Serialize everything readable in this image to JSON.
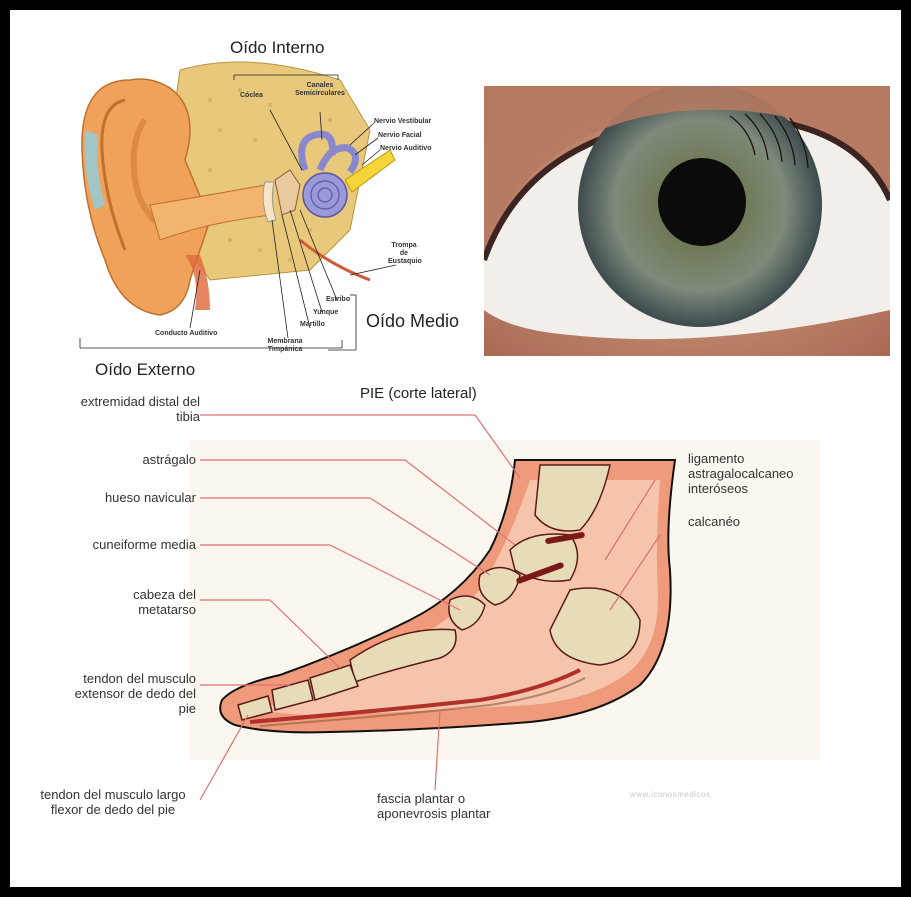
{
  "ear": {
    "inner_title": "Oído Interno",
    "coclea": "Cóclea",
    "canales": "Canales Semicirculares",
    "nervio_vestibular": "Nervio Vestibular",
    "nervio_facial": "Nervio Facial",
    "nervio_auditivo": "Nervio Auditivo",
    "trompa": "Trompa de Eustaquio",
    "estribo": "Estribo",
    "yunque": "Yunque",
    "martillo": "Martillo",
    "membrana": "Membrana Timpánica",
    "conducto": "Conducto Auditivo",
    "middle_title": "Oído Medio",
    "outer_title": "Oído Externo"
  },
  "foot": {
    "title": "PIE (corte lateral)",
    "labels_left": [
      "extremidad distal del tibia",
      "astrágalo",
      "hueso navicular",
      "cuneiforme media",
      "cabeza del metatarso",
      "tendon del musculo extensor de dedo del pie",
      "tendon del musculo largo flexor de dedo del pie"
    ],
    "labels_right": [
      "ligamento astragalocalcaneo interóseos",
      "calcanéo"
    ],
    "label_bottom": "fascia plantar o aponevrosis plantar",
    "watermark": "www.iconosmedicos"
  }
}
